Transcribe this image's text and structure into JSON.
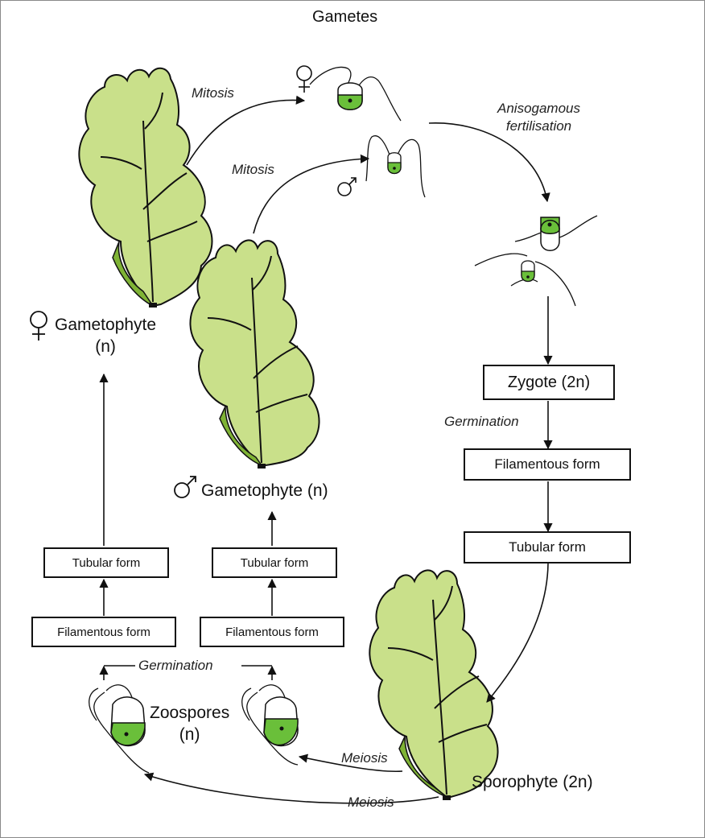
{
  "labels": {
    "gametes": "Gametes",
    "mitosis_top": "Mitosis",
    "mitosis_mid": "Mitosis",
    "anisogamous_1": "Anisogamous",
    "anisogamous_2": "fertilisation",
    "female_gametophyte_1": "Gametophyte",
    "female_gametophyte_2": "(n)",
    "male_gametophyte": "Gametophyte (n)",
    "germination_right": "Germination",
    "germination_bottom": "Germination",
    "zoospores_1": "Zoospores",
    "zoospores_2": "(n)",
    "meiosis_1": "Meiosis",
    "meiosis_2": "Meiosis",
    "sporophyte": "Sporophyte (2n)"
  },
  "boxes": {
    "zygote": "Zygote (2n)",
    "filamentous_right": "Filamentous form",
    "tubular_right": "Tubular form",
    "tubular_left": "Tubular form",
    "tubular_mid": "Tubular form",
    "filamentous_left": "Filamentous form",
    "filamentous_mid": "Filamentous form"
  },
  "colors": {
    "thallus_fill": "#c9e08a",
    "thallus_dark": "#7fb335",
    "cell_green": "#6abf3a",
    "line": "#111111"
  }
}
